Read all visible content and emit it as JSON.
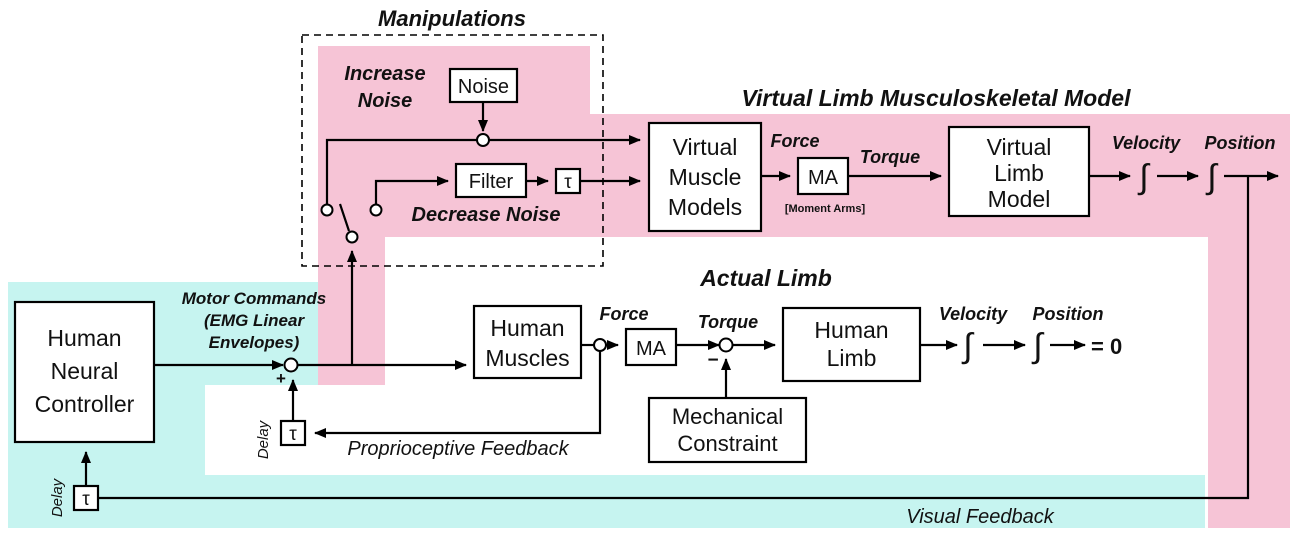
{
  "titles": {
    "manipulations": "Manipulations",
    "virtual_model": "Virtual Limb Musculoskeletal Model",
    "actual_limb": "Actual Limb"
  },
  "manipulations": {
    "increase_noise_line1": "Increase",
    "increase_noise_line2": "Noise",
    "noise_box": "Noise",
    "filter_box": "Filter",
    "tau_symbol": "τ",
    "decrease_noise": "Decrease Noise"
  },
  "virtual": {
    "muscle_models": [
      "Virtual",
      "Muscle",
      "Models"
    ],
    "force": "Force",
    "ma": "MA",
    "moment_arms": "[Moment Arms]",
    "torque": "Torque",
    "limb_model": [
      "Virtual",
      "Limb",
      "Model"
    ],
    "velocity": "Velocity",
    "position": "Position",
    "integral": "∫"
  },
  "actual": {
    "controller": [
      "Human",
      "Neural",
      "Controller"
    ],
    "motor_commands": [
      "Motor Commands",
      "(EMG Linear",
      "Envelopes)"
    ],
    "plus": "+",
    "minus": "−",
    "muscles": [
      "Human",
      "Muscles"
    ],
    "force": "Force",
    "ma": "MA",
    "torque": "Torque",
    "limb": [
      "Human",
      "Limb"
    ],
    "velocity": "Velocity",
    "position": "Position",
    "integral": "∫",
    "zero": "= 0",
    "constraint": [
      "Mechanical",
      "Constraint"
    ],
    "tau_symbol": "τ",
    "delay": "Delay"
  },
  "feedback": {
    "proprioceptive": "Proprioceptive Feedback",
    "visual": "Visual Feedback",
    "delay": "Delay",
    "tau_symbol": "τ"
  },
  "colors": {
    "pink_region": "#f6c4d6",
    "cyan_region": "#c6f4f0",
    "line": "#000000"
  }
}
